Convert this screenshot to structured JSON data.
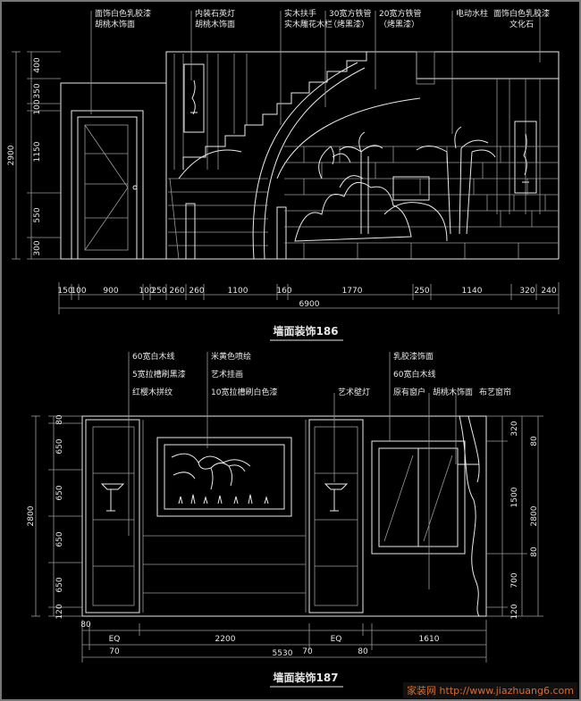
{
  "drawing1": {
    "title": "墙面装饰186",
    "annotations": [
      {
        "lines": [
          "面饰白色乳胶漆",
          "胡桃木饰面"
        ]
      },
      {
        "lines": [
          "内装石英灯",
          "胡桃木饰面"
        ]
      },
      {
        "lines": [
          "实木扶手",
          "实木雕花木栏"
        ]
      },
      {
        "lines": [
          "30宽方铁管",
          "（烤黑漆）"
        ]
      },
      {
        "lines": [
          "20宽方铁管",
          "（烤黑漆）"
        ]
      },
      {
        "lines": [
          "电动水柱"
        ]
      },
      {
        "lines": [
          "面饰白色乳胶漆",
          "文化石"
        ]
      }
    ],
    "left_dims": [
      "400",
      "350",
      "100",
      "1150",
      "550",
      "300"
    ],
    "left_total": "2900",
    "bottom_dims": [
      "150",
      "100",
      "900",
      "100",
      "250",
      "260",
      "260",
      "1100",
      "160",
      "1770",
      "250",
      "1140",
      "320",
      "240"
    ],
    "bottom_total": "6900"
  },
  "drawing2": {
    "title": "墙面装饰187",
    "annotations_left": [
      "60宽白木线",
      "5宽拉槽刷黑漆",
      "红樱木拼纹"
    ],
    "annotations_center": [
      "米黄色喷绘",
      "艺术挂画",
      "10宽拉槽刷白色漆"
    ],
    "annotation_lamp": "艺术壁灯",
    "annotations_right_top": [
      "乳胶漆饰面",
      "60宽白木线"
    ],
    "annotations_right_row": [
      "原有窗户",
      "胡桃木饰面",
      "布艺窗帘"
    ],
    "left_dims": [
      "80",
      "650",
      "650",
      "650",
      "650",
      "120"
    ],
    "left_total": "2800",
    "right_dims": [
      "320",
      "1500",
      "700",
      "120"
    ],
    "right_side": [
      "80",
      "80"
    ],
    "right_total": "2800",
    "bottom_row1": [
      "80",
      "EQ",
      "2200",
      "EQ",
      "1610"
    ],
    "bottom_row2": [
      "70",
      "70",
      "80"
    ],
    "bottom_total": "5530"
  },
  "watermark": "家装网 http://www.jiazhuang6.com"
}
